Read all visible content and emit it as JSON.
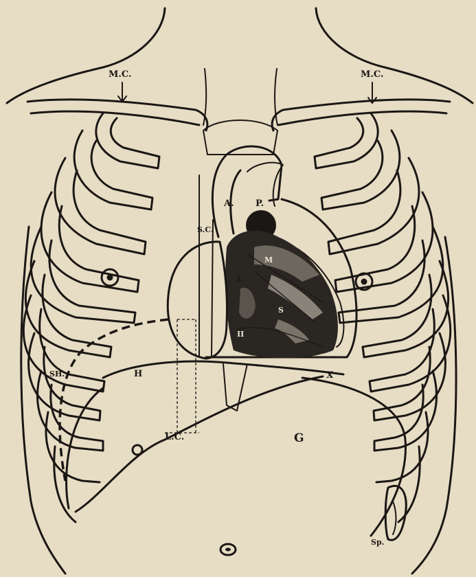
{
  "figure": {
    "labels": {
      "mc_left": "M.C.",
      "mc_right": "M.C.",
      "aorta": "A.",
      "pulmonary": "P.",
      "sc": "S.C.",
      "sh": "SH.",
      "h": "H",
      "x": "X",
      "lc": "L.C.",
      "g": "G",
      "sp": "Sp.",
      "i": "I.",
      "s": "S",
      "m": "M",
      "ii": "II"
    },
    "colors": {
      "paper": "#e7dcc4",
      "ink": "#1a1714"
    }
  }
}
